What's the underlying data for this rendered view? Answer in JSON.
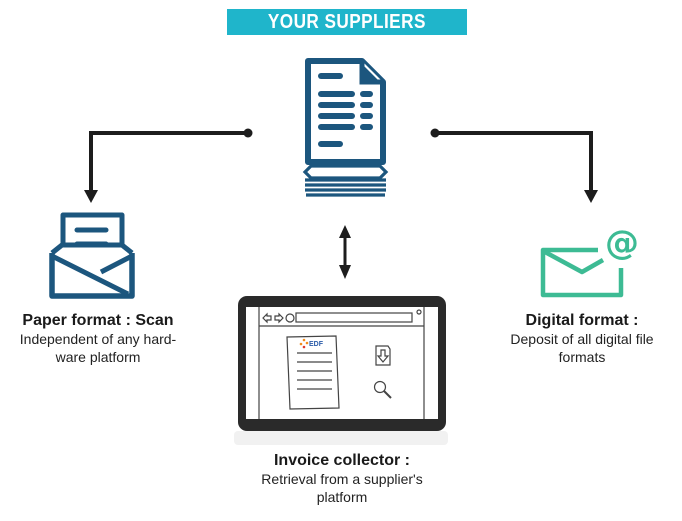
{
  "header": {
    "title": "YOUR SUPPLIERS"
  },
  "colors": {
    "banner": "#1fb5cb",
    "navy": "#1c567e",
    "green": "#3dbb94",
    "arrow": "#1d1d1d"
  },
  "central_icon": "invoice-stack-icon",
  "channels": [
    {
      "id": "paper",
      "icon": "open-envelope-icon",
      "title": "Paper format : Scan",
      "description_lines": [
        "Independent of any hard-",
        "ware platform"
      ]
    },
    {
      "id": "collector",
      "icon": "laptop-browser-icon",
      "title": "Invoice collector :",
      "description_lines": [
        "Retrieval from a supplier's",
        "platform"
      ],
      "browser_logo_text": "EDF"
    },
    {
      "id": "digital",
      "icon": "email-at-icon",
      "title": "Digital format :",
      "description_lines": [
        "Deposit of all digital file",
        "formats"
      ]
    }
  ]
}
